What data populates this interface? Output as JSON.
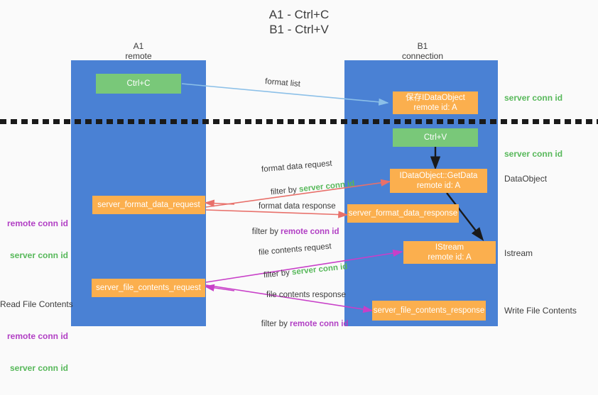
{
  "title": {
    "line1": "A1 - Ctrl+C",
    "line2": "B1 - Ctrl+V"
  },
  "columns": [
    {
      "name": "A1",
      "sub": "remote"
    },
    {
      "name": "B1",
      "sub": "connection"
    }
  ],
  "nodes": {
    "ctrl_c": {
      "label": "Ctrl+C",
      "color": "green"
    },
    "save_idataobject": {
      "line1": "保存IDataObject",
      "line2": "remote id: A",
      "color": "orange"
    },
    "ctrl_v": {
      "label": "Ctrl+V",
      "color": "green"
    },
    "getdata": {
      "line1": "IDataObject::GetData",
      "line2": "remote id: A",
      "color": "orange"
    },
    "format_data_request": {
      "label": "server_format_data_request",
      "color": "orange"
    },
    "format_data_response": {
      "label": "server_format_data_response",
      "color": "orange"
    },
    "istream": {
      "line1": "IStream",
      "line2": "remote id: A",
      "color": "orange"
    },
    "file_contents_request": {
      "label": "server_file_contents_request",
      "color": "orange"
    },
    "file_contents_response": {
      "label": "server_file_contents_response",
      "color": "orange"
    }
  },
  "side_labels": {
    "server_conn_id_top": "server conn id",
    "server_conn_id_mid": "server conn id",
    "dataobject": "DataObject",
    "istream": "Istream",
    "write_file_contents": "Write File Contents"
  },
  "left_labels": {
    "format_stack": {
      "remote": "remote conn id",
      "server": "server conn id"
    },
    "file_stack": {
      "heading": "Read File Contents",
      "remote": "remote conn id",
      "server": "server conn id"
    }
  },
  "edges": {
    "format_list": "format list",
    "format_data_request": "format data request",
    "format_data_request_filter_a": "filter by ",
    "format_data_request_filter_b": "server conn id",
    "format_data_response": "format data response",
    "format_data_response_filter_a": "filter by ",
    "format_data_response_filter_b": "remote conn id",
    "file_contents_request": "file contents request",
    "file_contents_request_filter_a": "filter by ",
    "file_contents_request_filter_b": "server conn id",
    "file_contents_response": "file contents response",
    "file_contents_response_filter_a": "filter by ",
    "file_contents_response_filter_b": "remote conn id"
  },
  "colors": {
    "lane": "#4a81d4",
    "node_orange": "#fbaf4e",
    "node_green": "#79c879",
    "green_text": "#57b85a",
    "purple_text": "#b13fc4",
    "arrow_light_blue": "#8cc0e8",
    "arrow_red": "#e8706a",
    "arrow_magenta": "#c83fc8",
    "arrow_black": "#1a1a1a",
    "background": "#fafafa"
  }
}
